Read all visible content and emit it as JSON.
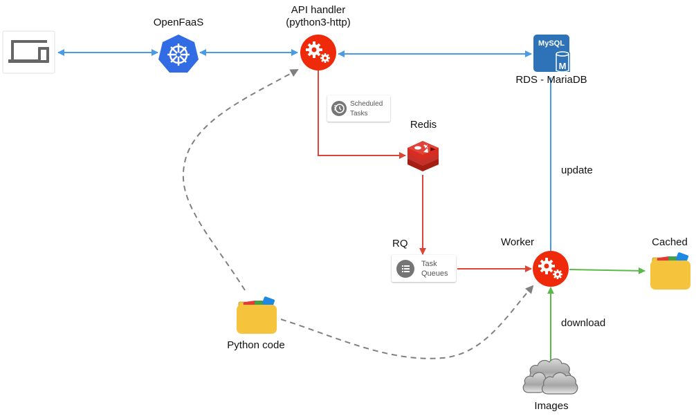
{
  "diagram": {
    "title": "OpenFaaS image processing architecture",
    "colors": {
      "blue_edge": "#4a9be6",
      "red_edge": "#db4437",
      "green_edge": "#5bb84a",
      "dashed_edge": "#808080",
      "openfaas_blue": "#326ce5",
      "function_red": "#ee2a0b",
      "mysql_blue": "#2e73b8",
      "redis_red": "#c6302b",
      "folder_yellow": "#f6c43c",
      "card_icon_gray": "#757575"
    },
    "nodes": {
      "client": {
        "label": "",
        "icon": "devices-icon"
      },
      "openfaas": {
        "label": "OpenFaaS",
        "icon": "kubernetes-helm-icon"
      },
      "api_handler": {
        "label_line1": "API handler",
        "label_line2": "(python3-http)",
        "icon": "gears-icon"
      },
      "rds": {
        "label": "RDS - MariaDB",
        "icon": "mysql-database-icon",
        "badge_text": "MySQL",
        "db_letter": "M"
      },
      "scheduled_tasks": {
        "label_line1": "Scheduled",
        "label_line2": "Tasks",
        "icon": "clock-icon"
      },
      "redis": {
        "label": "Redis",
        "icon": "redis-icon"
      },
      "rq": {
        "label": "RQ",
        "card_line1": "Task",
        "card_line2": "Queues",
        "icon": "list-icon"
      },
      "worker": {
        "label": "Worker",
        "icon": "gears-icon"
      },
      "cached": {
        "label": "Cached",
        "icon": "folder-icon"
      },
      "python_code": {
        "label": "Python code",
        "icon": "folder-icon"
      },
      "images": {
        "label": "Images",
        "icon": "cloud-icon"
      }
    },
    "edges": [
      {
        "from": "client",
        "to": "openfaas",
        "style": "solid",
        "color": "blue",
        "arrows": "both"
      },
      {
        "from": "openfaas",
        "to": "api_handler",
        "style": "solid",
        "color": "blue",
        "arrows": "both"
      },
      {
        "from": "api_handler",
        "to": "rds",
        "style": "solid",
        "color": "blue",
        "arrows": "both"
      },
      {
        "from": "api_handler",
        "to": "redis",
        "style": "solid",
        "color": "red",
        "arrows": "end"
      },
      {
        "from": "redis",
        "to": "rq",
        "style": "solid",
        "color": "red",
        "arrows": "end"
      },
      {
        "from": "rq",
        "to": "worker",
        "style": "solid",
        "color": "red",
        "arrows": "end"
      },
      {
        "from": "worker",
        "to": "rds",
        "style": "solid",
        "color": "blue",
        "arrows": "none",
        "label": "update"
      },
      {
        "from": "worker",
        "to": "cached",
        "style": "solid",
        "color": "green",
        "arrows": "end"
      },
      {
        "from": "images",
        "to": "worker",
        "style": "solid",
        "color": "green",
        "arrows": "end",
        "label": "download"
      },
      {
        "from": "python_code",
        "to": "api_handler",
        "style": "dashed",
        "color": "gray",
        "arrows": "end"
      },
      {
        "from": "python_code",
        "to": "worker",
        "style": "dashed",
        "color": "gray",
        "arrows": "end"
      }
    ],
    "edge_labels": {
      "update": "update",
      "download": "download"
    }
  }
}
